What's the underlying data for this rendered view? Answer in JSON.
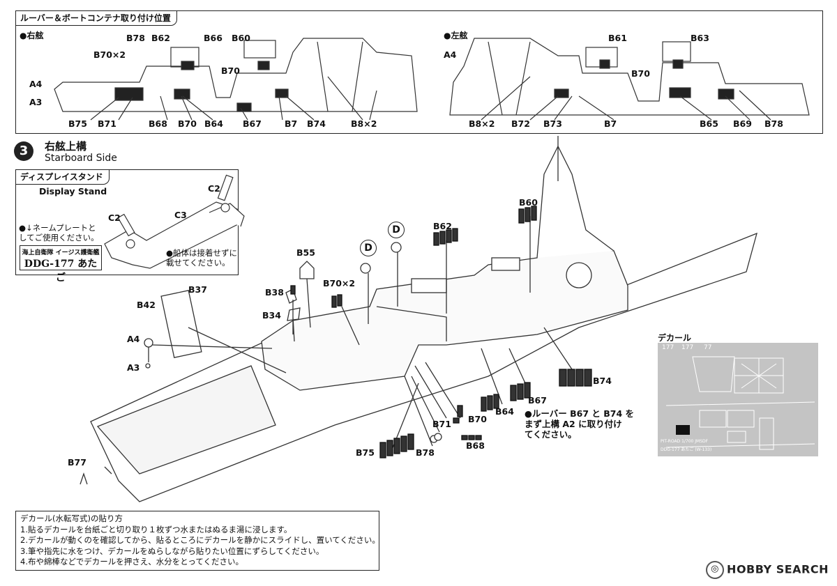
{
  "louver_box": {
    "title": "ルーバー＆ボートコンテナ取り付け位置",
    "right_label": "●右舷",
    "left_label": "●左舷",
    "right_parts": [
      "B78",
      "B62",
      "B66",
      "B60",
      "B70×2",
      "B70",
      "A4",
      "A3",
      "B75",
      "B71",
      "B68",
      "B70",
      "B64",
      "B67",
      "B7",
      "B74",
      "B8×2"
    ],
    "left_parts": [
      "A4",
      "B61",
      "B63",
      "B70",
      "B8×2",
      "B72",
      "B73",
      "B7",
      "B65",
      "B69",
      "B78"
    ]
  },
  "step": {
    "number": "3",
    "title_jp": "右舷上構",
    "title_en": "Starboard Side"
  },
  "stand_box": {
    "title": "ディスプレイスタンド",
    "subtitle": "Display Stand",
    "parts": [
      "C2",
      "C2",
      "C3"
    ],
    "note1": "●↓ネームプレートと\nしてご使用ください。",
    "plate_small": "海上自衛隊 イージス護衛艦",
    "plate_big": "DDG-177 あたご",
    "note2": "●船体は接着せずに\n載せてください。"
  },
  "main_parts": [
    "B37",
    "B42",
    "A4",
    "A3",
    "B55",
    "B38",
    "B34",
    "B70×2",
    "D",
    "D",
    "B62",
    "B60",
    "B74",
    "B67",
    "B64",
    "B70",
    "B71",
    "B68",
    "B75",
    "B78",
    "B77"
  ],
  "louver_note": "●ルーバー B67 と B74 を\nまず上構 A2 に取り付け\nてください。",
  "decal": {
    "title": "デカール",
    "hull_numbers": [
      "177",
      "177",
      "77"
    ],
    "print_text1": "PIT-ROAD 1/700 JMSDF",
    "print_text2": "DDG-177 あたご (W-133)"
  },
  "instructions": {
    "title": "デカール(水転写式)の貼り方",
    "lines": [
      "1.貼るデカールを台紙ごと切り取り１枚ずつ水またはぬるま湯に浸します。",
      "2.デカールが動くのを確認してから、貼るところにデカールを静かにスライドし、置いてください。",
      "3.筆や指先に水をつけ、デカールをぬらしながら貼りたい位置にずらしてください。",
      "4.布や綿棒などでデカールを押さえ、水分をとってください。"
    ]
  },
  "watermark": "HOBBY SEARCH"
}
